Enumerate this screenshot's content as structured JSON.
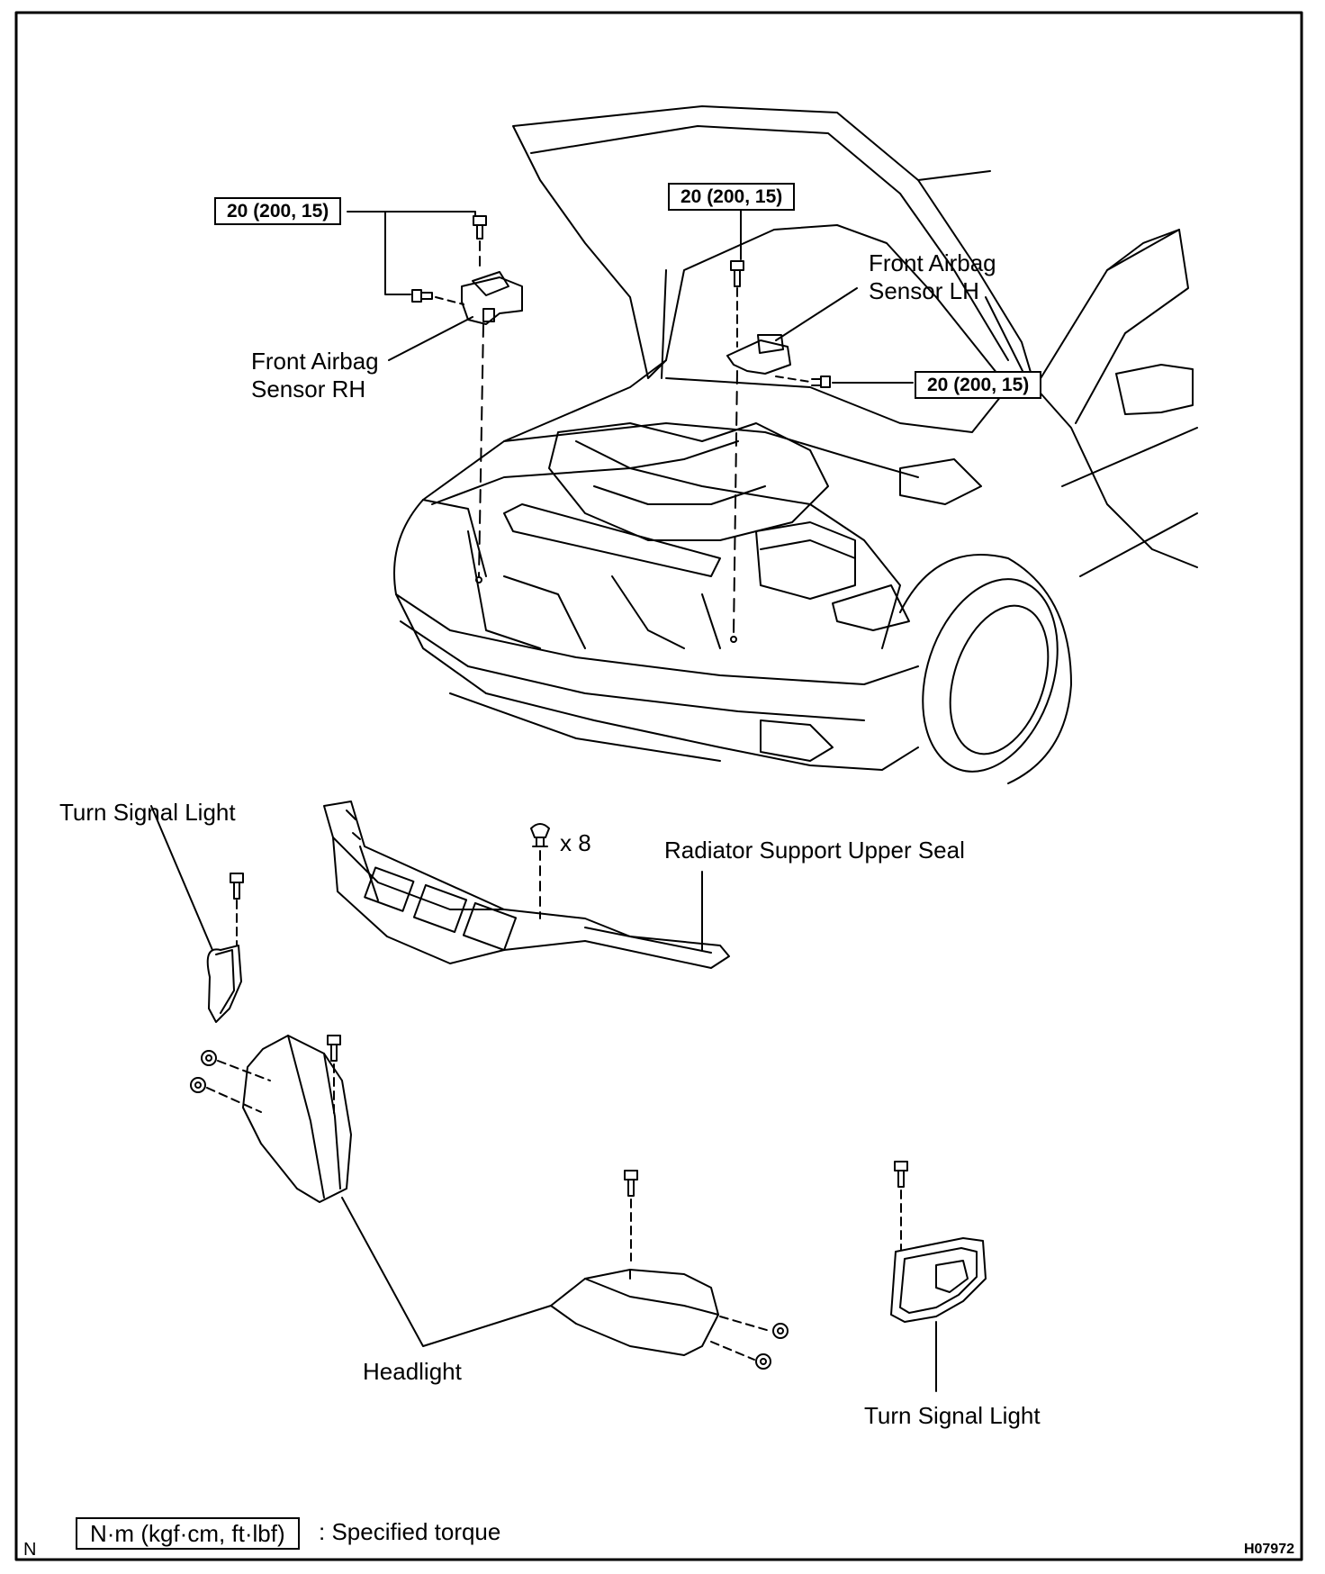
{
  "labels": {
    "front_airbag_sensor_rh": [
      "Front Airbag",
      "Sensor RH"
    ],
    "front_airbag_sensor_lh": [
      "Front Airbag",
      "Sensor LH"
    ],
    "turn_signal_light_left": "Turn Signal Light",
    "turn_signal_light_right": "Turn Signal Light",
    "radiator_support_upper_seal": "Radiator Support Upper Seal",
    "clip_count": "x 8",
    "headlight": "Headlight"
  },
  "torque_specs": {
    "rh_sensor": "20 (200, 15)",
    "lh_sensor_top": "20 (200, 15)",
    "lh_sensor_side": "20 (200, 15)"
  },
  "legend": {
    "units": "N·m (kgf·cm, ft·lbf)",
    "description": ": Specified torque"
  },
  "corner_mark": "N",
  "figure_code": "H07972"
}
